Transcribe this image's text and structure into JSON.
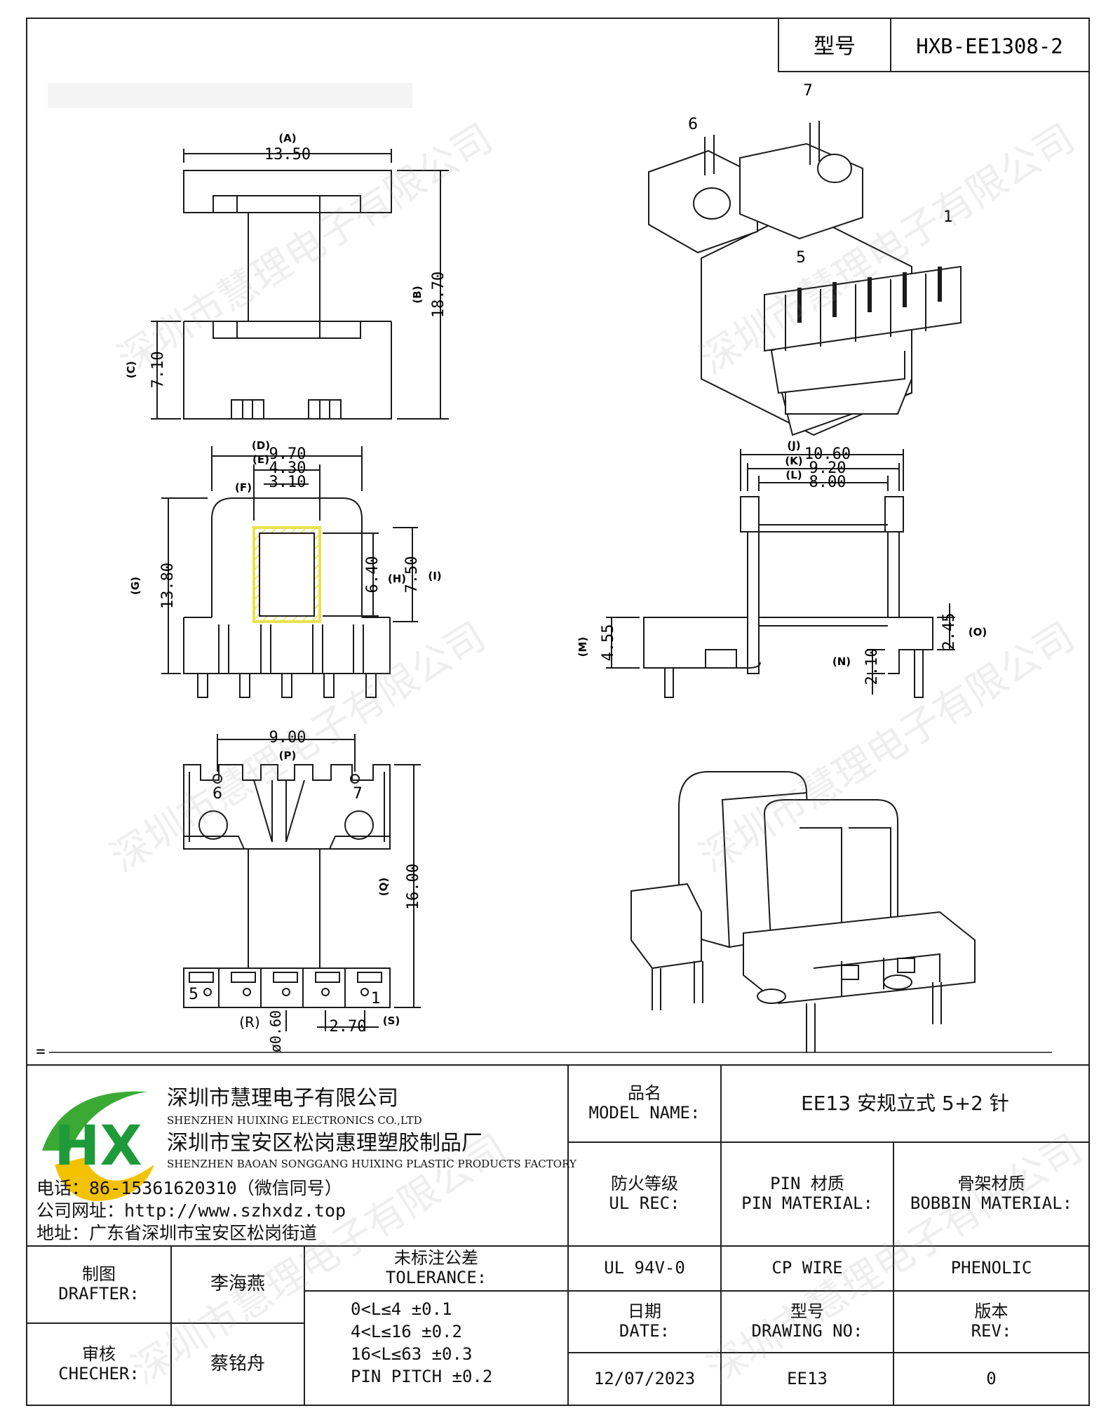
{
  "header": {
    "model_label": "型号",
    "model_value": "HXB-EE1308-2"
  },
  "drawing": {
    "pin_labels": {
      "p1": "1",
      "p5": "5",
      "p6": "6",
      "p7": "7"
    },
    "front_view": {
      "a_tag": "(A)",
      "a_val": "13.50",
      "b_tag": "(B)",
      "b_val": "18.70",
      "c_tag": "(C)",
      "c_val": "7.10"
    },
    "side_view": {
      "d_tag": "(D)",
      "d_val": "9.70",
      "e_tag": "(E)",
      "e_val": "4.30",
      "f_tag": "(F)",
      "f_val": "3.10",
      "g_tag": "(G)",
      "g_val": "13.80",
      "h_tag": "(H)",
      "h_val": "6.40",
      "i_tag": "(I)",
      "i_val": "7.50"
    },
    "right_view": {
      "j_tag": "(J)",
      "j_val": "10.60",
      "k_tag": "(K)",
      "k_val": "9.20",
      "l_tag": "(L)",
      "l_val": "8.00",
      "m_tag": "(M)",
      "m_val": "4.55",
      "n_tag": "(N)",
      "n_val": "2.10",
      "o_tag": "(O)",
      "o_val": "2.45"
    },
    "bottom_view": {
      "p_tag": "(P)",
      "p_val": "9.00",
      "q_tag": "(Q)",
      "q_val": "16.00",
      "r_tag": "(R)",
      "r_val": "ø0.60",
      "s_tag": "(S)",
      "s_val": "2.70",
      "pin6": "6",
      "pin7": "7",
      "pin5": "5",
      "pin1": "1"
    },
    "separator_mark": "="
  },
  "watermark": "深圳市慧理电子有限公司",
  "company": {
    "logo_text": "HX",
    "name_cn_1": "深圳市慧理电子有限公司",
    "name_en_1": "SHENZHEN HUIXING ELECTRONICS CO.,LTD",
    "name_cn_2": "深圳市宝安区松岗惠理塑胶制品厂",
    "name_en_2": "SHENZHEN BAOAN SONGGANG HUIXING PLASTIC PRODUCTS FACTORY",
    "phone": "电话：86-15361620310（微信同号）",
    "website": "公司网址：http://www.szhxdz.top",
    "address": "地址：广东省深圳市宝安区松岗街道"
  },
  "title_block": {
    "model_name_cn": "品名",
    "model_name_en": "MODEL NAME:",
    "model_name_value": "EE13 安规立式 5+2 针",
    "ul_cn": "防火等级",
    "ul_en": "UL REC:",
    "pin_mat_cn": "PIN 材质",
    "pin_mat_en": "PIN MATERIAL:",
    "bobbin_cn": "骨架材质",
    "bobbin_en": "BOBBIN MATERIAL:",
    "ul_value": "UL 94V-0",
    "pin_value": "CP WIRE",
    "bobbin_value": "PHENOLIC",
    "drafter_cn": "制图",
    "drafter_en": "DRAFTER:",
    "drafter_name": "李海燕",
    "checker_cn": "审核",
    "checker_en": "CHECHER:",
    "checker_name": "蔡铭舟",
    "tol_cn": "未标注公差",
    "tol_en": "TOLERANCE:",
    "tol_lines": [
      "0<L≤4  ±0.1",
      "4<L≤16 ±0.2",
      "16<L≤63 ±0.3",
      "PIN PITCH ±0.2"
    ],
    "date_cn": "日期",
    "date_en": "DATE:",
    "drawing_cn": "型号",
    "drawing_en": "DRAWING NO:",
    "rev_cn": "版本",
    "rev_en": "REV:",
    "date_value": "12/07/2023",
    "drawing_value": "EE13",
    "rev_value": "0"
  },
  "colors": {
    "line": "#1a1a1a",
    "logo_green": "#3aaa35",
    "logo_yellow": "#f2c200",
    "logo_blue": "#1f4fa0",
    "window_hatch": "#e8e24a"
  }
}
